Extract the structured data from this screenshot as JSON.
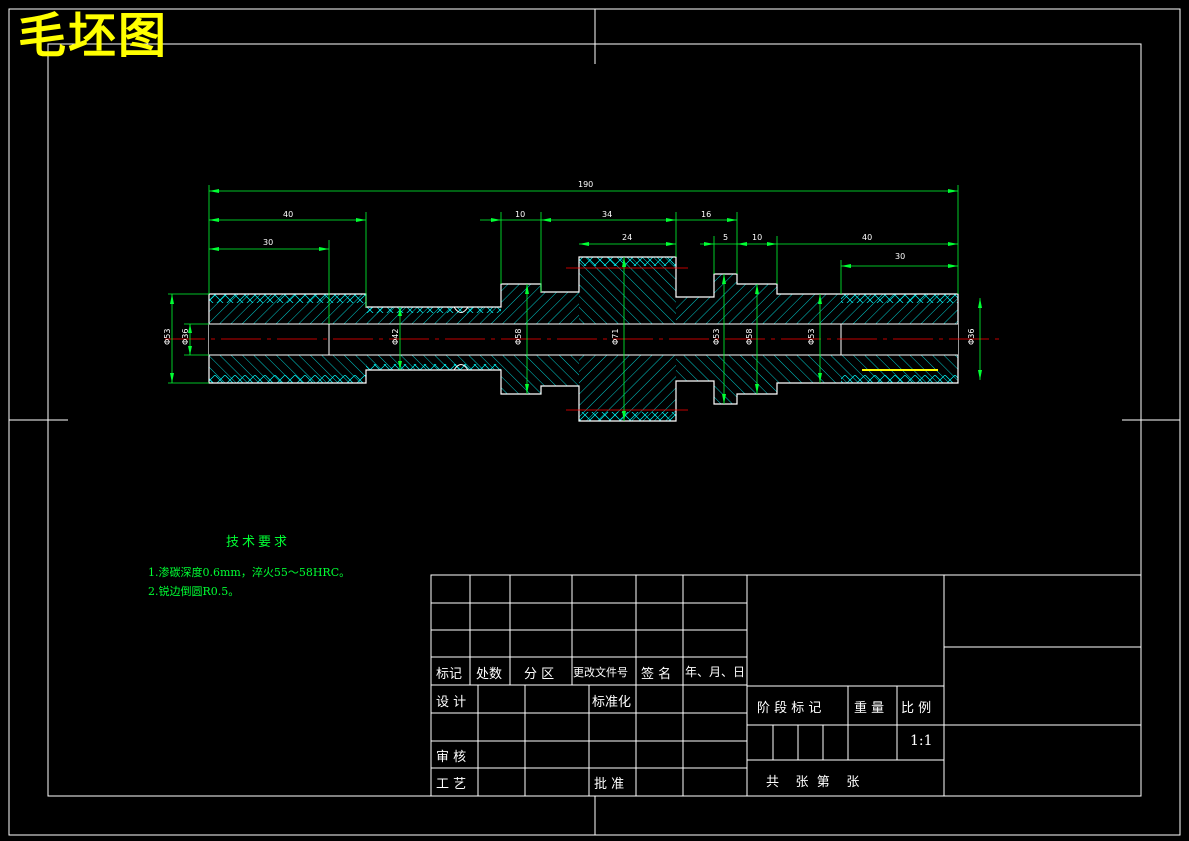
{
  "title": "毛坯图",
  "technical_requirements": {
    "heading": "技术要求",
    "items": [
      "1.渗碳深度0.6mm，淬火55～58HRC。",
      "2.锐边倒圆R0.5。"
    ]
  },
  "dimensions": {
    "overall_length": "190",
    "left_40": "40",
    "left_30": "30",
    "d10_a": "10",
    "d34": "34",
    "d24": "24",
    "d16": "16",
    "d5": "5",
    "d10_b": "10",
    "right_40": "40",
    "right_30": "30",
    "dia_left_outer": "Φ53",
    "dia_left_inner": "Φ36",
    "dia_neck": "Φ42",
    "dia_step1": "Φ58",
    "dia_center": "Φ71",
    "dia_step2": "Φ53",
    "dia_step3": "Φ58",
    "dia_right_mid": "Φ53",
    "dia_right_end": "Φ36"
  },
  "title_block": {
    "row_labels": [
      "标记",
      "处数",
      "分 区",
      "更改文件号",
      "签 名",
      "年、月、日"
    ],
    "design": "设 计",
    "standardization": "标准化",
    "review": "审 核",
    "process": "工 艺",
    "approve": "批 准",
    "stage_mark": "阶 段 标 记",
    "weight": "重 量",
    "scale_label": "比 例",
    "scale_value": "1:1",
    "sheets": "共    张  第    张"
  },
  "colors": {
    "background": "#000000",
    "frame": "#ffffff",
    "outline": "#ffffff",
    "hatch": "#00ffff",
    "dimension": "#00ff33",
    "centerline": "#ff0000",
    "title": "#ffff00",
    "text_green": "#00ff33"
  }
}
